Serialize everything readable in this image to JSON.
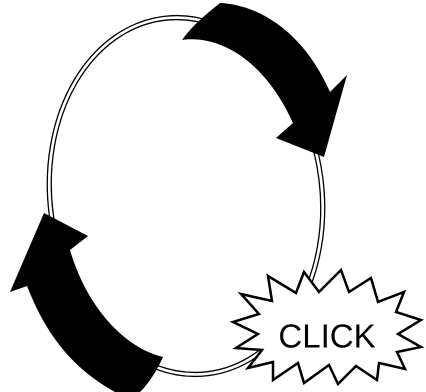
{
  "badge": {
    "label": "CLICK"
  },
  "icons": {
    "loop": "double-line-ellipse-loop",
    "top_arrow": "curved-arrow-clockwise-down",
    "bottom_arrow": "curved-arrow-clockwise-up",
    "burst": "spiky-starburst"
  },
  "colors": {
    "background": "#ffffff",
    "ink": "#000000"
  }
}
